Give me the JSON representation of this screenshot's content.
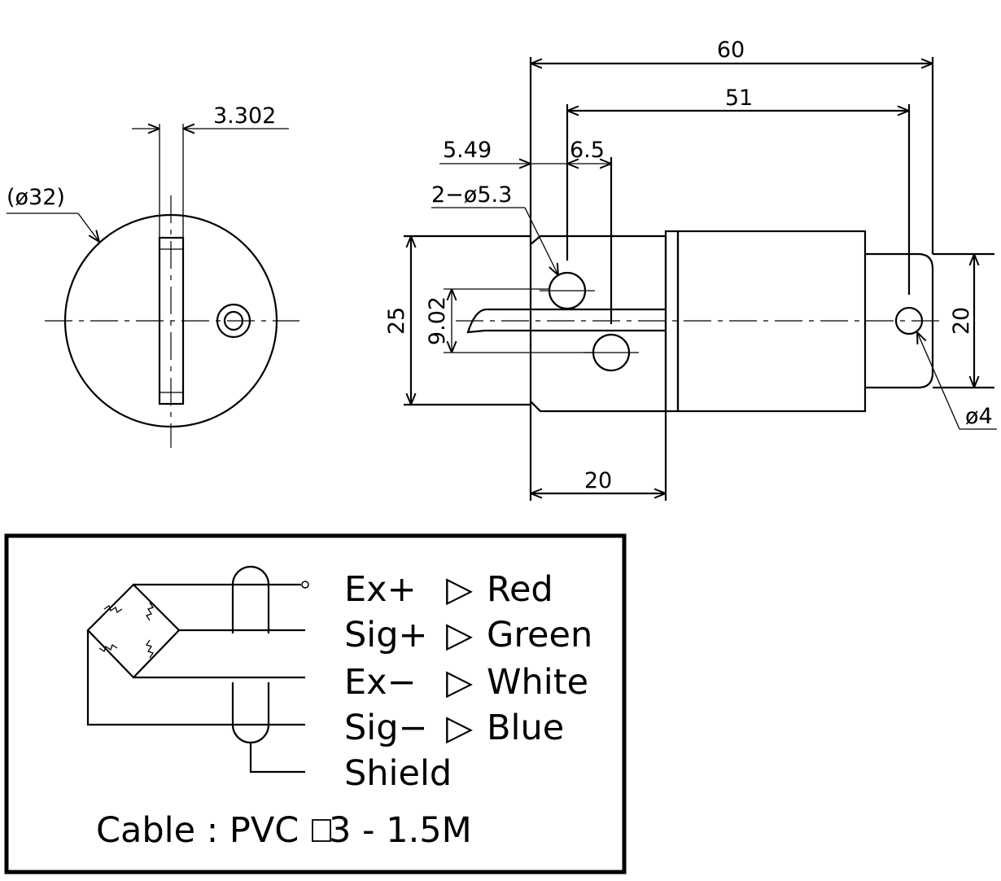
{
  "front_view": {
    "diameter_label": "(ø32)",
    "slot_width_label": "3.302"
  },
  "side_view": {
    "total_length_label": "60",
    "hole_span_label": "51",
    "left_offset_label": "5.49",
    "hole_gap_label": "6.5",
    "mount_holes_label": "2−ø5.3",
    "height_label": "25",
    "offset_label": "9.02",
    "small_dia_label": "20",
    "end_hole_label": "ø4",
    "block_length_label": "20"
  },
  "wiring": {
    "rows": [
      {
        "signal": "Ex+",
        "color": "Red"
      },
      {
        "signal": "Sig+",
        "color": "Green"
      },
      {
        "signal": "Ex−",
        "color": "White"
      },
      {
        "signal": "Sig−",
        "color": "Blue"
      }
    ],
    "shield_label": "Shield",
    "arrow_glyph": "▷",
    "cable_prefix": "Cable : PVC",
    "cable_suffix": "3 - 1.5M"
  }
}
